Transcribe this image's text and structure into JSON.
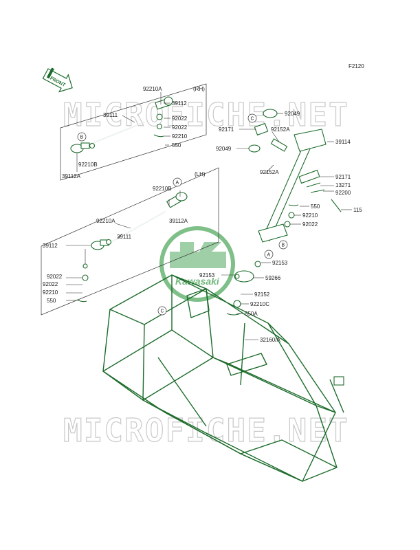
{
  "diagram_code": "F2120",
  "front_label": "FRONT",
  "logo": {
    "text": "Kawasaki",
    "color": "#2e8b3e"
  },
  "watermark": "MICROFICHE.NET",
  "groups": {
    "rh": "(RH)",
    "lh": "(LH)"
  },
  "refs": {
    "a": "A",
    "b": "B",
    "c": "C"
  },
  "parts": {
    "p92210A_rh": "92210A",
    "p39112_rh": "39112",
    "p39111_rh": "39111",
    "p92022_rh1": "92022",
    "p92022_rh2": "92022",
    "p92210_rh": "92210",
    "p550_rh": "550",
    "p92210B_rh": "92210B",
    "p39112A_rh": "39112A",
    "p92210B_lh": "92210B",
    "p92210A_lh": "92210A",
    "p39112A_lh": "39112A",
    "p39112_lh": "39112",
    "p39111_lh": "39111",
    "p92022_lh1": "92022",
    "p92022_lh2": "92022",
    "p92210_lh": "92210",
    "p550_lh": "550",
    "p92049_top": "92049",
    "p92171_a": "92171",
    "p92152A_a": "92152A",
    "p39114": "39114",
    "p92049_b": "92049",
    "p92152A_b": "92152A",
    "p92171_b": "92171",
    "p13271": "13271",
    "p92200": "92200",
    "p550_c": "550",
    "p115": "115",
    "p92210_c": "92210",
    "p92022_c": "92022",
    "p92153_a": "92153",
    "p92153_b": "92153",
    "p59266": "59266",
    "p92152": "92152",
    "p92210C": "92210C",
    "p550A": "550A",
    "p32160": "32160/A"
  }
}
